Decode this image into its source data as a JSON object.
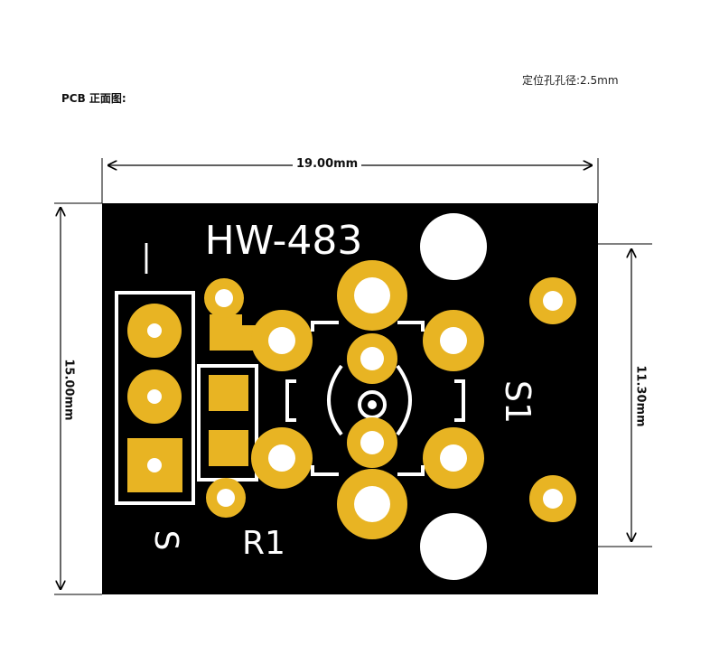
{
  "page_title": "PCB 正面图:",
  "hole_note": "定位孔孔径:2.5mm",
  "dimensions": {
    "width": "19.00mm",
    "height": "15.00mm",
    "hole_spacing": "11.30mm"
  },
  "board": {
    "model": "HW-483",
    "pin_mark": "|",
    "signal_label": "S",
    "resistor_label": "R1",
    "switch_label": "S1",
    "colors": {
      "board": "#000000",
      "copper": "#e8b423",
      "silkscreen": "#ffffff",
      "hole": "#ffffff"
    }
  }
}
